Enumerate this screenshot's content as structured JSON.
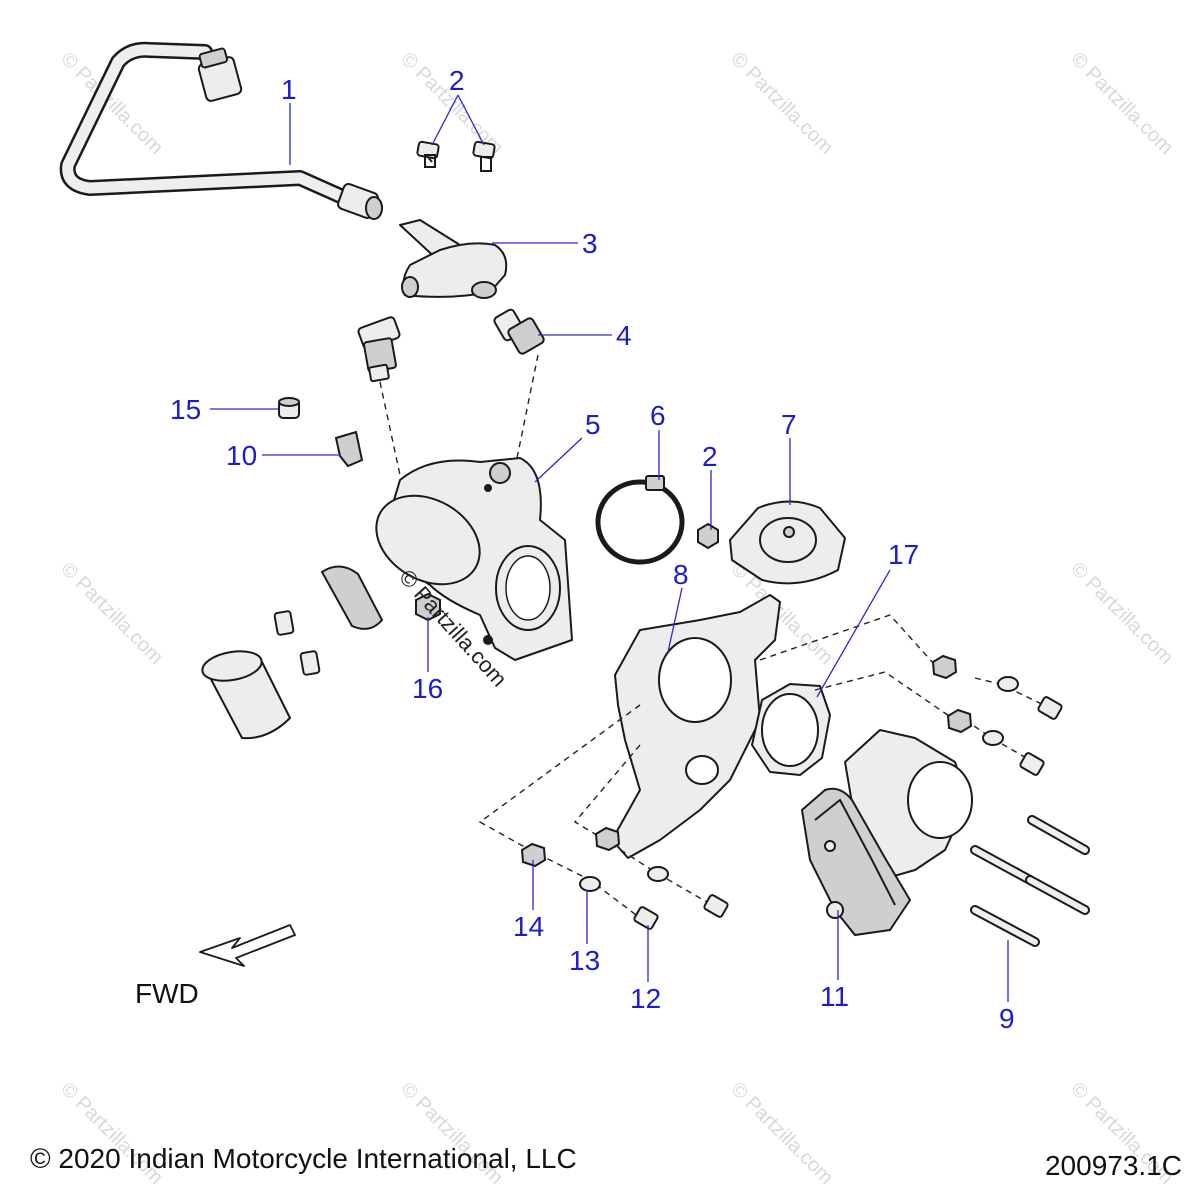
{
  "diagram": {
    "callouts": [
      "1",
      "2",
      "3",
      "4",
      "5",
      "6",
      "2",
      "7",
      "15",
      "10",
      "8",
      "17",
      "16",
      "14",
      "13",
      "12",
      "11",
      "9"
    ],
    "direction_label": "FWD",
    "watermark": "© Partzilla.com",
    "copyright": "© 2020 Indian Motorcycle International, LLC",
    "diagram_number": "200973.1C",
    "colors": {
      "callout": "#1c1ccf",
      "line": "#1a1a1a",
      "watermark": "#d8d8d8"
    }
  }
}
